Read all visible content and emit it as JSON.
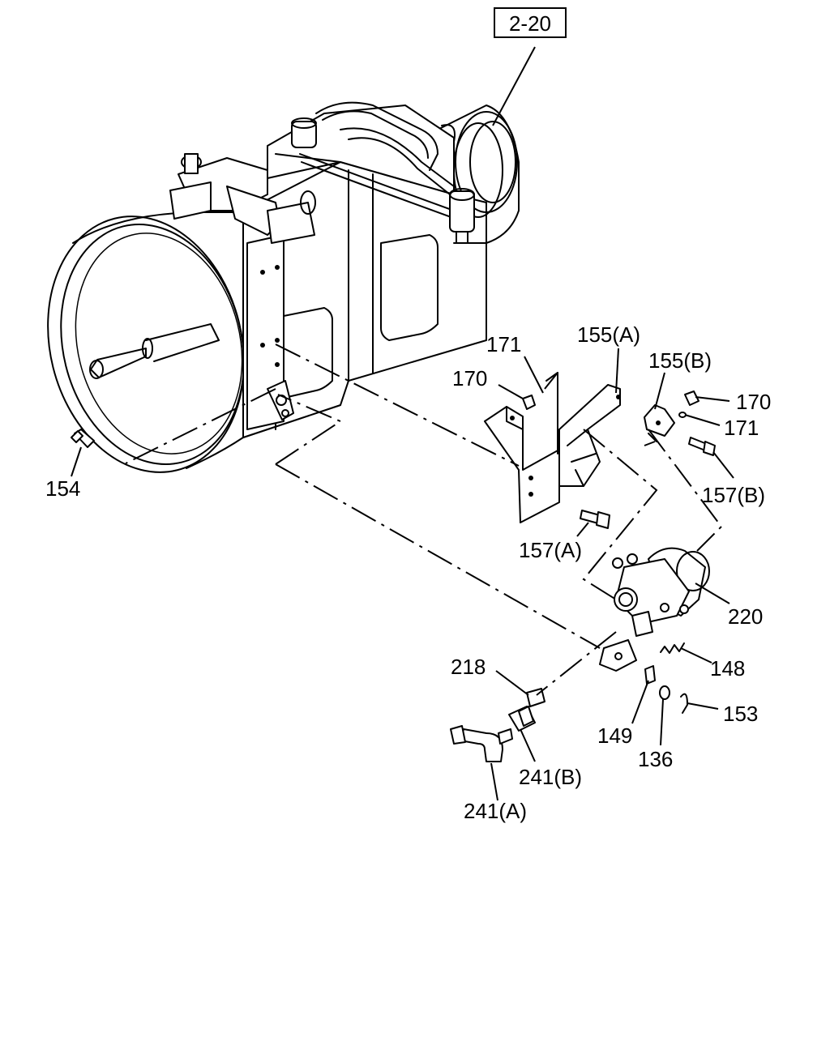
{
  "reference_box": "2-20",
  "callouts": {
    "c154": "154",
    "c155a": "155(A)",
    "c155b": "155(B)",
    "c157a": "157(A)",
    "c157b": "157(B)",
    "c170a": "170",
    "c170b": "170",
    "c171a": "171",
    "c171b": "171",
    "c220": "220",
    "c148": "148",
    "c218": "218",
    "c149": "149",
    "c136": "136",
    "c153": "153",
    "c241a": "241(A)",
    "c241b": "241(B)"
  }
}
